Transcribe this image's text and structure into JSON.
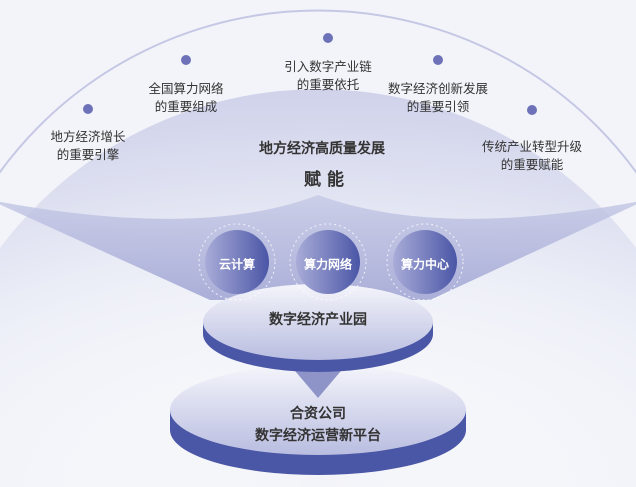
{
  "arc_points": [
    {
      "line1": "地方经济增长",
      "line2": "的重要引擎"
    },
    {
      "line1": "全国算力网络",
      "line2": "的重要组成"
    },
    {
      "line1": "引入数字产业链",
      "line2": "的重要依托"
    },
    {
      "line1": "数字经济创新发展",
      "line2": "的重要引领"
    },
    {
      "line1": "传统产业转型升级",
      "line2": "的重要赋能"
    }
  ],
  "center": {
    "title": "地方经济高质量发展",
    "empower": "赋能"
  },
  "nodes": [
    "云计算",
    "算力网络",
    "算力中心"
  ],
  "park": "数字经济产业园",
  "platform": {
    "line1": "合资公司",
    "line2": "数字经济运营新平台"
  },
  "colors": {
    "primary": "#4a56a6",
    "light": "#dcdff0",
    "dot": "#6d72b8"
  }
}
